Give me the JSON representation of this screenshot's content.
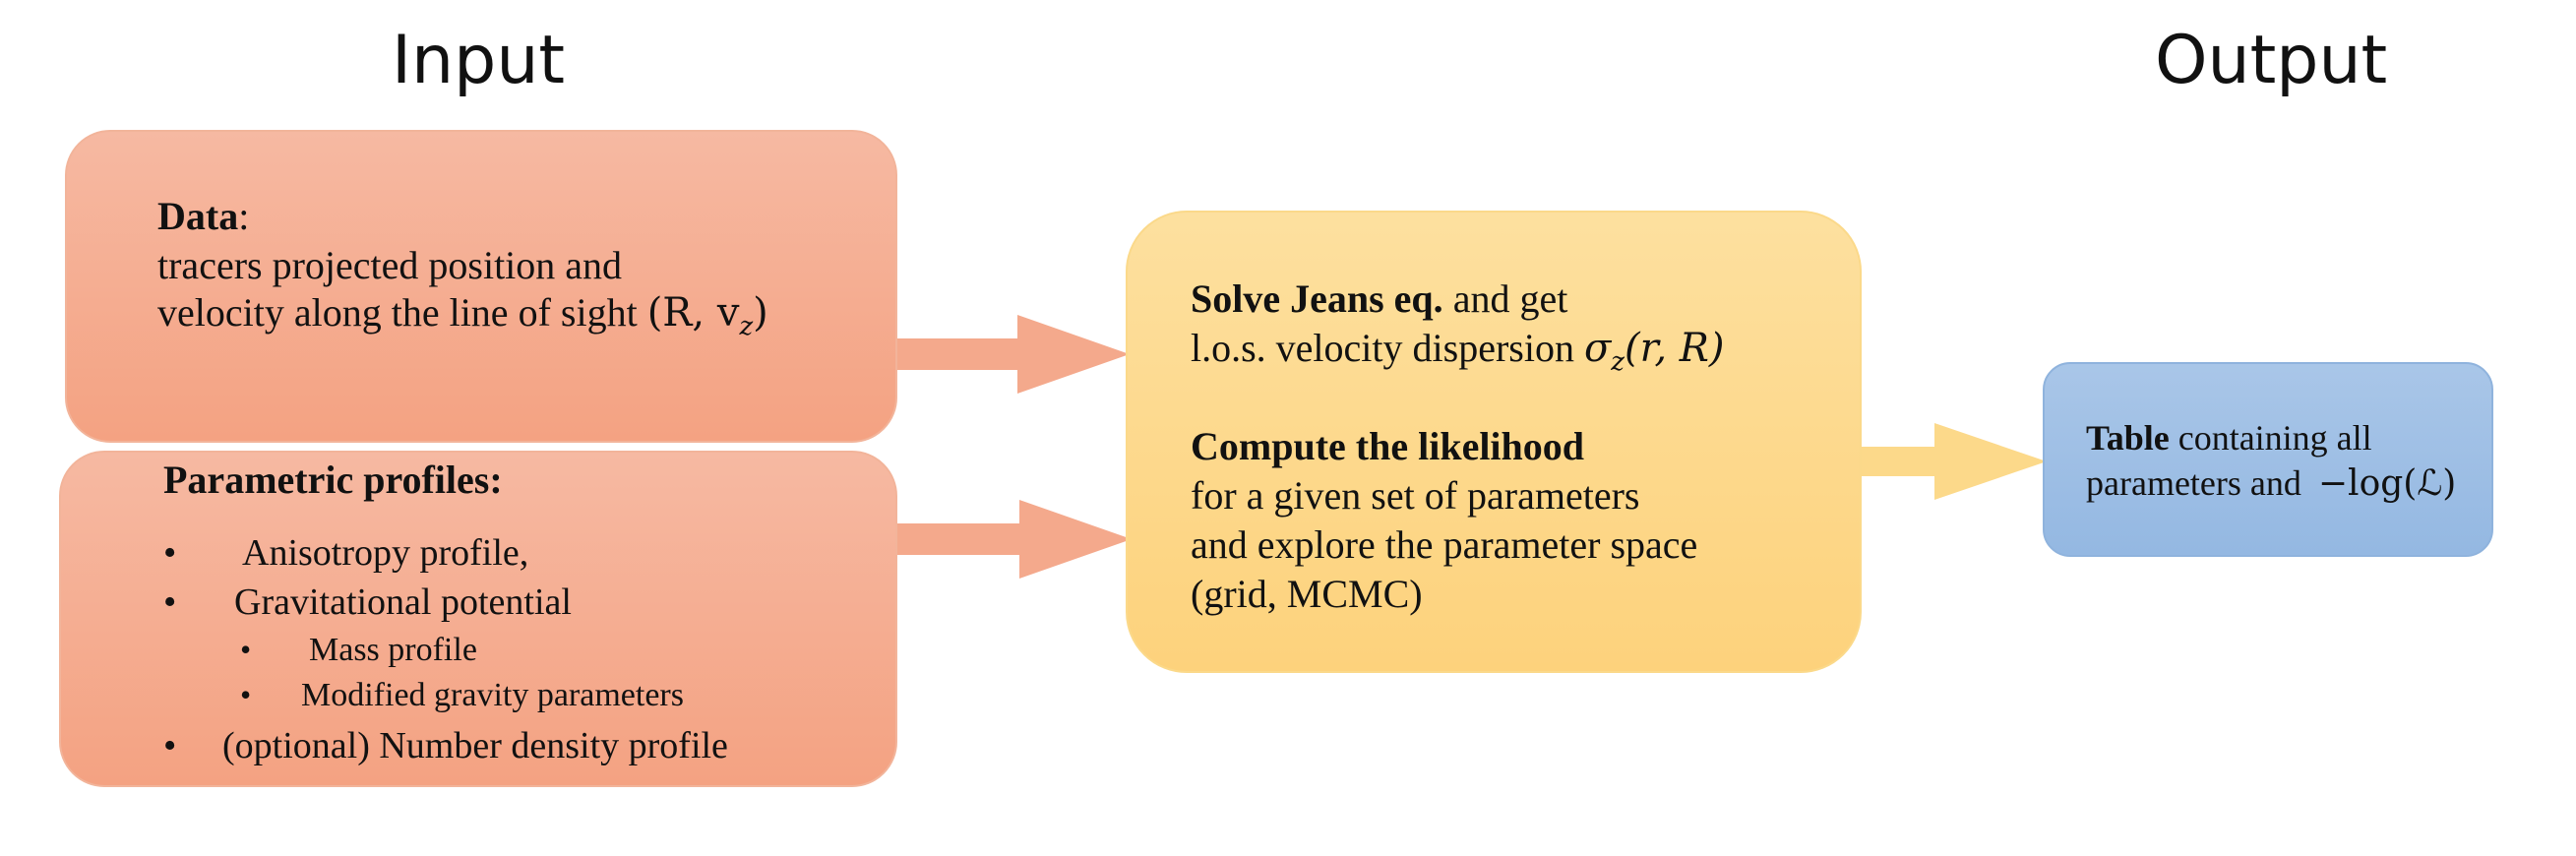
{
  "headings": {
    "input": "Input",
    "output": "Output"
  },
  "data_box": {
    "title": "Data",
    "title_suffix": ":",
    "line1": "tracers projected position and",
    "line2": "velocity along the line of sight",
    "line2_math": "(R, v",
    "line2_math_sub": "z",
    "line2_math_end": ")"
  },
  "profiles_box": {
    "title": "Parametric profiles:",
    "bullet_symbol": "•",
    "items": [
      "Anisotropy profile,",
      "Gravitational potential",
      "Mass profile",
      "Modified gravity parameters",
      "(optional) Number density profile"
    ]
  },
  "jeans_box": {
    "solve_bold": "Solve Jeans eq.",
    "solve_rest": "and get",
    "dispersion_text": "l.o.s. velocity dispersion",
    "dispersion_sigma": "σ",
    "dispersion_sub": "z",
    "dispersion_args": "(r, R)",
    "likelihood_title": "Compute the likelihood",
    "likelihood_lines": [
      "for a given set of parameters",
      "and explore the parameter space",
      "(grid, MCMC)"
    ]
  },
  "output_box": {
    "table_bold": "Table",
    "table_rest": "containing all",
    "line2": "parameters and",
    "loglik": "−log(ℒ)"
  },
  "colors": {
    "orange_arrow": "#f4a98c",
    "yellow_arrow": "#fcd98a"
  }
}
